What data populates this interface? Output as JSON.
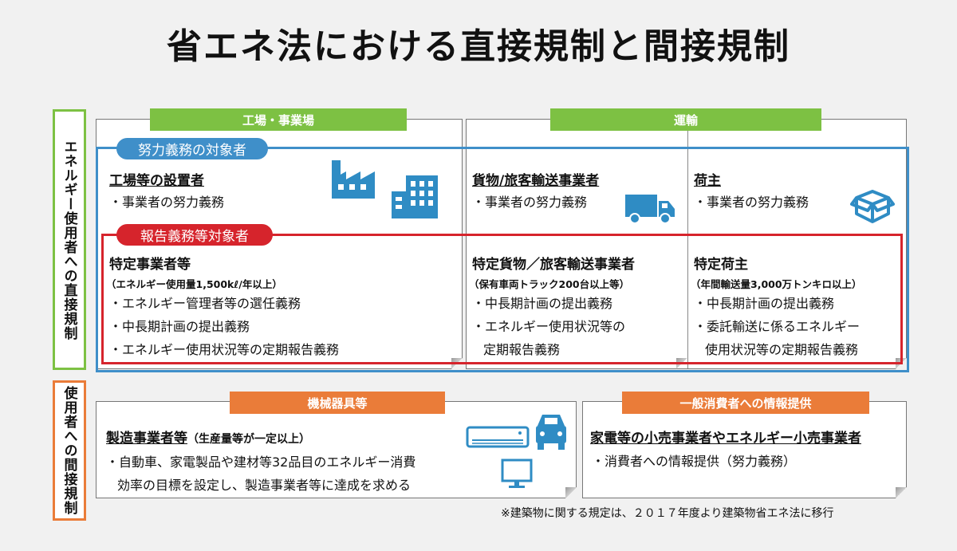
{
  "title": "省エネ法における直接規制と間接規制",
  "side_labels": {
    "direct": "エネルギー使用者への直接規制",
    "indirect": "使用者への間接規制"
  },
  "tabs": {
    "factory": "工場・事業場",
    "transport": "運輸",
    "equipment": "機械器具等",
    "consumer_info": "一般消費者への情報提供"
  },
  "badges": {
    "effort": "努力義務の対象者",
    "report": "報告義務等対象者"
  },
  "factory": {
    "effort_heading": "工場等の設置者",
    "effort_item": "・事業者の努力義務",
    "report_heading": "特定事業者等",
    "report_sub": "（エネルギー使用量1,500kℓ/年以上）",
    "report_items": [
      "・エネルギー管理者等の選任義務",
      "・中長期計画の提出義務",
      "・エネルギー使用状況等の定期報告義務"
    ]
  },
  "carrier": {
    "effort_heading": "貨物/旅客輸送事業者",
    "effort_item": "・事業者の努力義務",
    "report_heading": "特定貨物／旅客輸送事業者",
    "report_sub": "（保有車両トラック200台以上等）",
    "report_items": [
      "・中長期計画の提出義務",
      "・エネルギー使用状況等の",
      "定期報告義務"
    ]
  },
  "shipper": {
    "effort_heading": "荷主",
    "effort_item": "・事業者の努力義務",
    "report_heading": "特定荷主",
    "report_sub": "（年間輸送量3,000万トンキロ以上）",
    "report_items": [
      "・中長期計画の提出義務",
      "・委託輸送に係るエネルギー",
      "使用状況等の定期報告義務"
    ]
  },
  "equipment": {
    "heading": "製造事業者等",
    "heading_sub": "（生産量等が一定以上）",
    "items": [
      "・自動車、家電製品や建材等32品目のエネルギー消費",
      "効率の目標を設定し、製造事業者等に達成を求める"
    ]
  },
  "retail": {
    "heading": "家電等の小売事業者やエネルギー小売事業者",
    "item": "・消費者への情報提供（努力義務）"
  },
  "footnote": "※建築物に関する規定は、２０１７年度より建築物省エネ法に移行",
  "colors": {
    "green": "#7dc143",
    "orange": "#ea7c39",
    "blue": "#3f8fc9",
    "red": "#d6242c",
    "icon_blue": "#2f8cc4"
  },
  "icons": [
    "factory-icon",
    "building-icon",
    "truck-icon",
    "package-icon",
    "air-conditioner-icon",
    "car-icon",
    "monitor-icon"
  ]
}
